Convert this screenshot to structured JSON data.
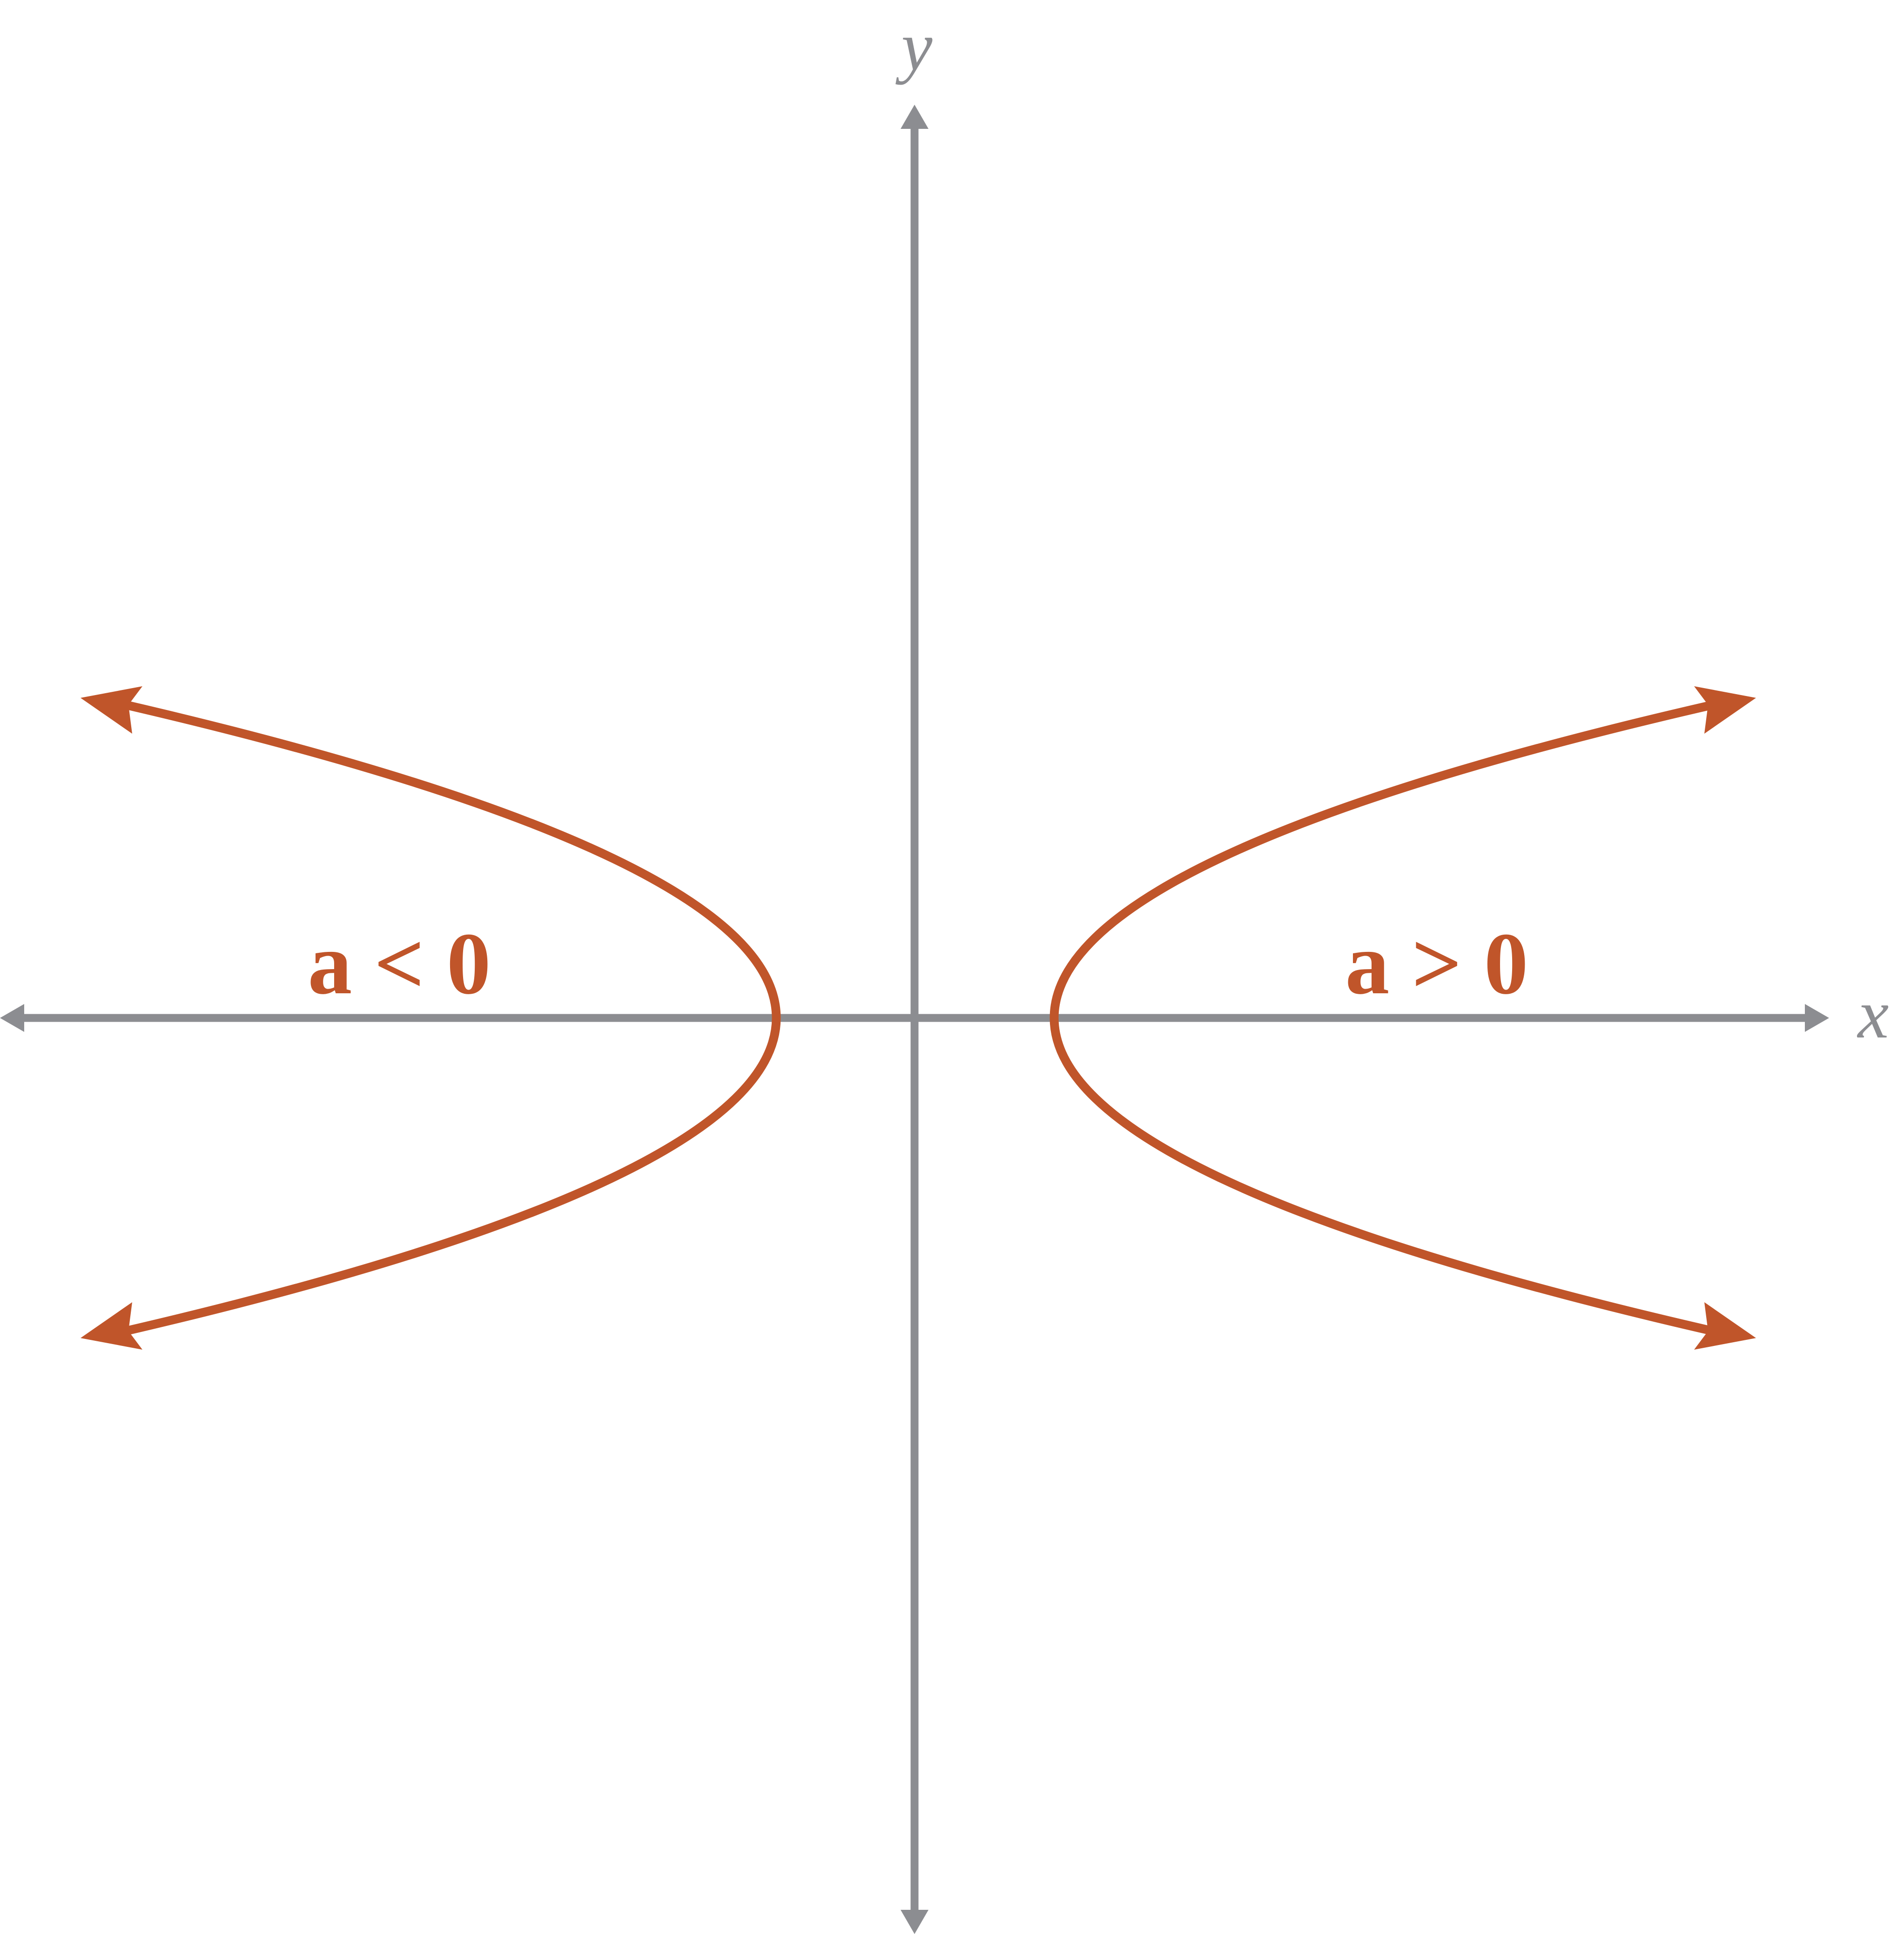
{
  "axes": {
    "x_label": "x",
    "y_label": "y"
  },
  "regions": {
    "left_label": "a < 0",
    "right_label": "a > 0"
  },
  "colors": {
    "axis": "#8C8D91",
    "curve": "#C0552A",
    "background": "#FFFFFF"
  },
  "icons": {
    "axis_arrowheads": "triangle-arrow-icon",
    "curve_arrowheads": "open-arrow-icon"
  }
}
